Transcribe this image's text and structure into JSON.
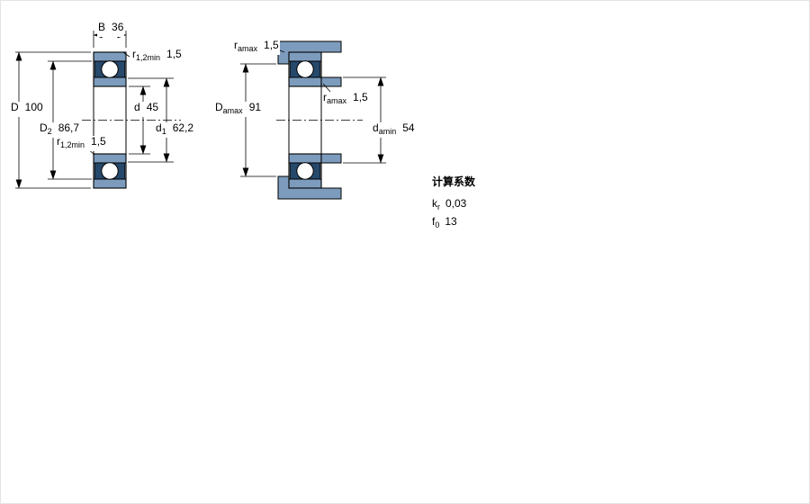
{
  "labels": {
    "B": {
      "sym": "B",
      "value": "36"
    },
    "r12_top": {
      "sym": "r",
      "sub": "1,2min",
      "value": "1,5"
    },
    "D": {
      "sym": "D",
      "value": "100"
    },
    "D2": {
      "sym": "D",
      "sub": "2",
      "value": "86,7"
    },
    "d": {
      "sym": "d",
      "value": "45"
    },
    "d1": {
      "sym": "d",
      "sub": "1",
      "value": "62,2"
    },
    "r12_bottom": {
      "sym": "r",
      "sub": "1,2min",
      "value": "1,5"
    },
    "ra_top": {
      "sym": "r",
      "sub": "amax",
      "value": "1,5"
    },
    "Da": {
      "sym": "D",
      "sub": "amax",
      "value": "91"
    },
    "ra_mid": {
      "sym": "r",
      "sub": "amax",
      "value": "1,5"
    },
    "da": {
      "sym": "d",
      "sub": "amin",
      "value": "54"
    }
  },
  "calculation_factors": {
    "title": "计算系数",
    "rows": [
      {
        "sym": "k",
        "sub": "r",
        "value": "0,03"
      },
      {
        "sym": "f",
        "sub": "0",
        "value": "13"
      }
    ]
  },
  "colors": {
    "bearing_blue": "#7d9cbd",
    "seal_navy": "#26496b",
    "line": "#000000"
  }
}
